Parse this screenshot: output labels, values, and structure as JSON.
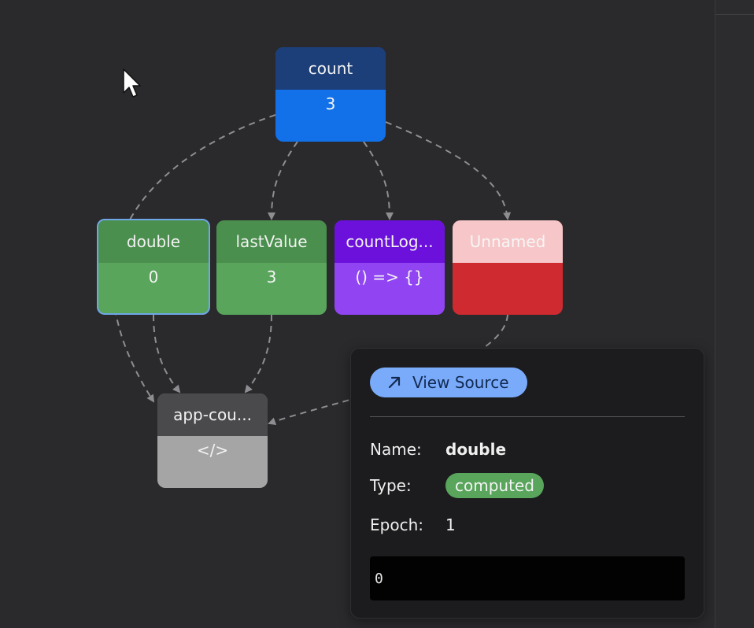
{
  "nodes": {
    "count": {
      "name": "count",
      "value": "3"
    },
    "double": {
      "name": "double",
      "value": "0"
    },
    "last_value": {
      "name": "lastValue",
      "value": "3"
    },
    "count_log": {
      "name": "countLog...",
      "value": "() => {}"
    },
    "unnamed": {
      "name": "Unnamed",
      "value": ""
    },
    "app_counter": {
      "name": "app-cou...",
      "value": "</>"
    }
  },
  "panel": {
    "view_source_label": "View Source",
    "name_label": "Name:",
    "name_value": "double",
    "type_label": "Type:",
    "type_value": "computed",
    "epoch_label": "Epoch:",
    "epoch_value": "1",
    "current_value": "0"
  },
  "colors": {
    "signal": "#1271e8",
    "computed": "#58a55b",
    "effect": "#9144f2",
    "unnamed": "#cf2a2f",
    "component": "#a5a5a5",
    "view_source": "#7aabfb"
  },
  "icons": {
    "cursor": "mouse-pointer-icon",
    "view_source": "arrow-up-right-icon"
  }
}
